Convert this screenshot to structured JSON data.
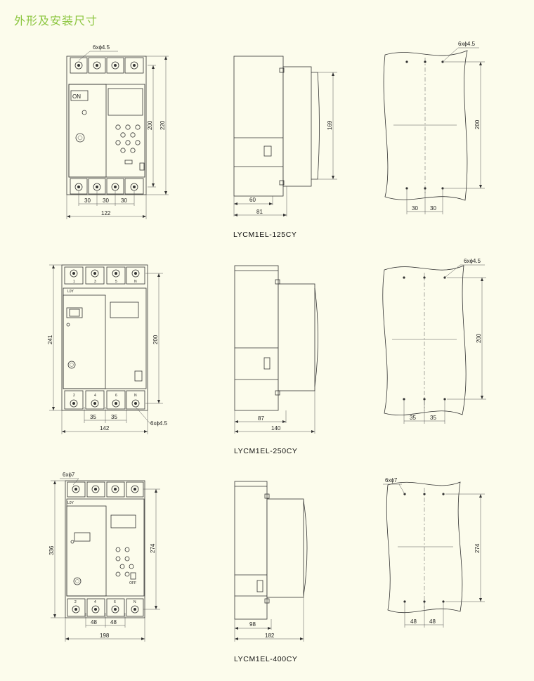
{
  "title": "外形及安装尺寸",
  "models": [
    {
      "name": "LYCM1EL-125CY",
      "front": {
        "hole_note": "6xϕ4.5",
        "spacing": [
          "30",
          "30",
          "30"
        ],
        "width": "122",
        "inner_height": "200",
        "outer_height": "220"
      },
      "side": {
        "depth_front": "60",
        "depth_total": "81",
        "height": "169"
      },
      "mount": {
        "hole_note": "6xϕ4.5",
        "height": "200",
        "spacing": [
          "30",
          "30"
        ]
      }
    },
    {
      "name": "LYCM1EL-250CY",
      "front": {
        "hole_note": "6xϕ4.5",
        "spacing": [
          "35",
          "35"
        ],
        "width": "142",
        "inner_height": "200",
        "outer_height": "241",
        "terminals_top": [
          "1",
          "3",
          "5",
          "N"
        ],
        "terminals_bottom": [
          "2",
          "4",
          "6",
          "N"
        ]
      },
      "side": {
        "depth_front": "87",
        "depth_total": "140"
      },
      "mount": {
        "hole_note": "6xϕ4.5",
        "height": "200",
        "spacing": [
          "35",
          "35"
        ]
      }
    },
    {
      "name": "LYCM1EL-400CY",
      "front": {
        "hole_note": "6xϕ7",
        "spacing": [
          "48",
          "48"
        ],
        "width": "198",
        "inner_height": "274",
        "outer_height": "336",
        "terminals_bottom": [
          "2",
          "4",
          "6",
          "N"
        ],
        "switch_label": "OFF"
      },
      "side": {
        "depth_front": "98",
        "depth_total": "182"
      },
      "mount": {
        "hole_note": "6xϕ7",
        "height": "274",
        "spacing": [
          "48",
          "48"
        ]
      }
    }
  ]
}
